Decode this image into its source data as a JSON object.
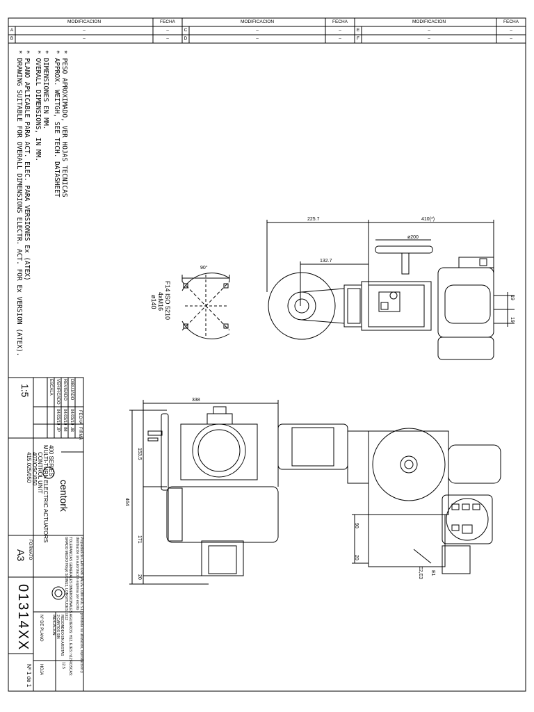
{
  "revision_table": {
    "headers": [
      "MODIFICACION",
      "FECHA"
    ],
    "rows": [
      {
        "letter": "A",
        "mod": "–",
        "date": "–"
      },
      {
        "letter": "B",
        "mod": "–",
        "date": "–"
      },
      {
        "letter": "C",
        "mod": "–",
        "date": "–"
      },
      {
        "letter": "D",
        "mod": "–",
        "date": "–"
      },
      {
        "letter": "E",
        "mod": "–",
        "date": "–"
      },
      {
        "letter": "F",
        "mod": "–",
        "date": "–"
      }
    ]
  },
  "notes": [
    "* PESO APROXIMADO, VER HOJAS TECNICAS",
    "* APPROX. WEITGH, SEE TECH. DATASHEET",
    "* DIMENSIONES EN MM.",
    "* OVERALL DIMENSIONS, IN MM.",
    "* PLANO APLICABLE PARA ACT. ELEC. PARA VERSIONES Ex (ATEX)",
    "* DRAWING SUITABLE FOR OVERALL DIMENSIONS ELECTR. ACT. FOR Ex VERSION (ATEX)."
  ],
  "flange": {
    "angle": "90°",
    "lines": [
      "F14 ISO 5210",
      "4xM16",
      "ø140"
    ]
  },
  "dimensions": {
    "top_225": "225.7",
    "top_410": "410(*)",
    "top_200": "ø200",
    "top_132": "132.7",
    "side_19a": "19",
    "side_19b": "19",
    "front_338": "338",
    "front_464": "464",
    "front_153": "153.5",
    "front_171": "171",
    "front_20": "20",
    "right_90": "90",
    "right_20": "20",
    "label_e1": "E1",
    "label_e2": "E2,E3"
  },
  "title_block": {
    "col_fecha": "FECHA",
    "col_firma": "FIRMA",
    "rows": [
      {
        "role": "DIBUJADO",
        "date": "04/03/10",
        "sign": "JB"
      },
      {
        "role": "REVISADO",
        "date": "04/03/10",
        "sign": "IM"
      },
      {
        "role": "VERIFICADO",
        "date": "04/03/10",
        "sign": "JP"
      }
    ],
    "escala_label": "ESCALA",
    "escala": "1:5",
    "company": "centork",
    "title_lines": [
      "400 SERIES",
      "MULTI-TURN ELECTRIC ACTUATORS",
      "CONTROL UNIT",
      "407/OSC/050",
      "415.025/050"
    ],
    "property_text": "Propiedad de CENTORK VALVE CONTROL S.L. prohibida su utilización, reproducción y distribución sin autorización expresa por escrito",
    "tolerance_text": "TOLERANCIAS GENERALES DIMENSIONALES AGUJEROS: H12, EJES: h12 ROSCAS: GRADO MEDIO H6/g6 S/DIN13, LONGITUDES: ±it12",
    "finish_text": "REDONDEO EN ARISTAS 2 CANTOS SIN INDICACION",
    "roughness": "12.5",
    "formato_label": "FORMATO",
    "formato": "A3",
    "plano_label": "Nº DE PLANO",
    "plano": "01314XX",
    "hoja_label": "HOJA",
    "hoja": "Nº 1 de 1"
  }
}
